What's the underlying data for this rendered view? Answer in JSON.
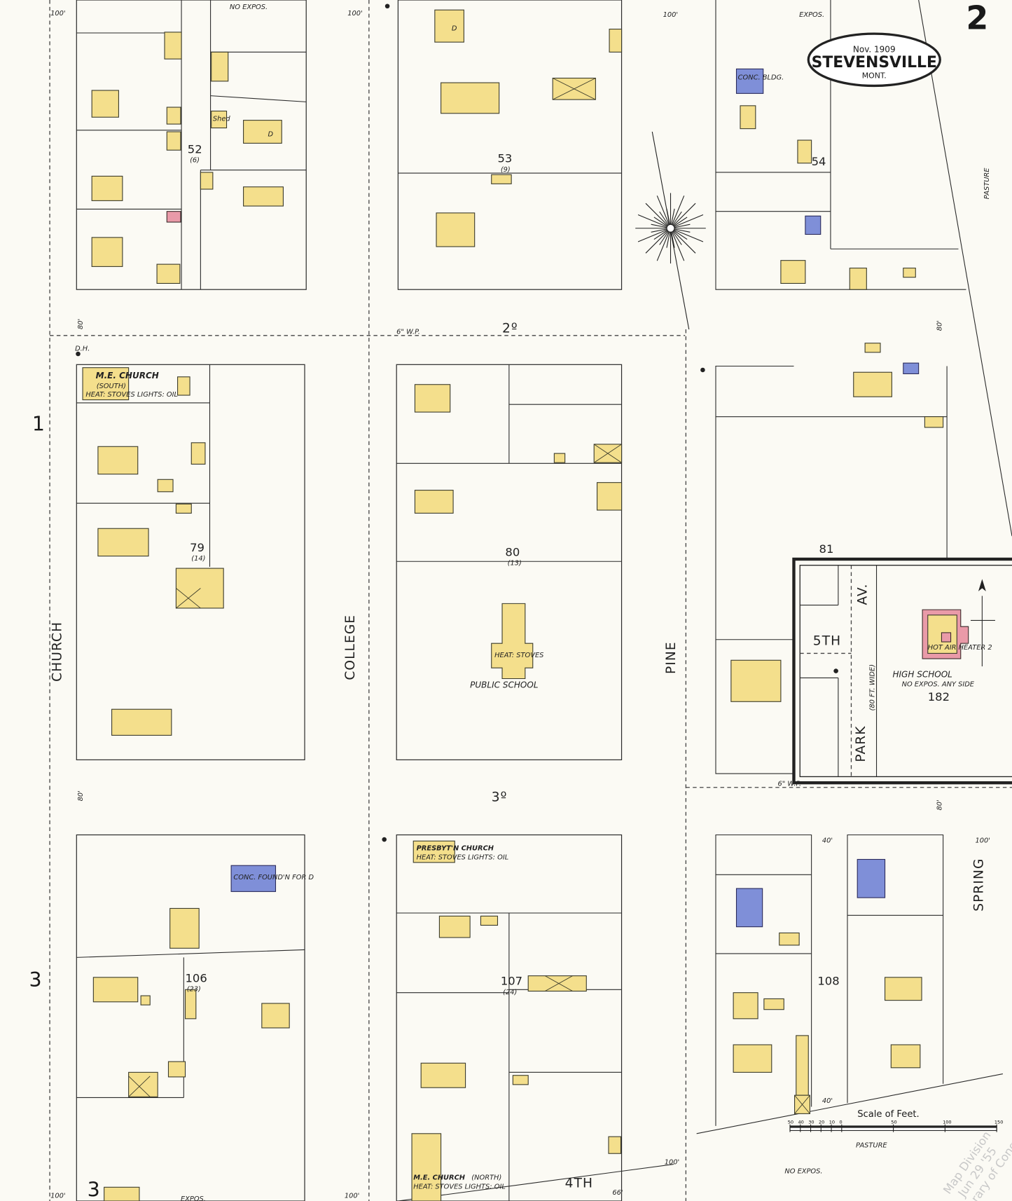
{
  "title": {
    "date": "Nov. 1909",
    "town": "STEVENSVILLE",
    "state": "MONT."
  },
  "sheet_number": "2",
  "margin_keys": [
    "1",
    "3",
    "3"
  ],
  "streets": {
    "church": "CHURCH",
    "college": "COLLEGE",
    "pine": "PINE",
    "spring": "SPRING",
    "second": "2º",
    "third": "3º",
    "fourth": "4TH",
    "fifth": "5TH",
    "park_av": "PARK",
    "park_av_suffix": "AV.",
    "park_width": "(80 FT. WIDE)"
  },
  "blocks": [
    {
      "number": "52",
      "sub": "(6)"
    },
    {
      "number": "53",
      "sub": "(9)"
    },
    {
      "number": "54",
      "sub": ""
    },
    {
      "number": "79",
      "sub": "(14)"
    },
    {
      "number": "80",
      "sub": "(13)"
    },
    {
      "number": "81",
      "sub": ""
    },
    {
      "number": "182",
      "sub": ""
    },
    {
      "number": "106",
      "sub": "(23)"
    },
    {
      "number": "107",
      "sub": "(24)"
    },
    {
      "number": "108",
      "sub": ""
    }
  ],
  "buildings": {
    "me_church_south": {
      "name": "M.E. CHURCH",
      "note": "(SOUTH)",
      "detail": "HEAT: STOVES LIGHTS: OIL"
    },
    "public_school": {
      "name": "PUBLIC SCHOOL",
      "detail": "HEAT: STOVES"
    },
    "high_school": {
      "name": "HIGH SCHOOL",
      "note": "NO EXPOS. ANY SIDE",
      "detail": "HOT AIR HEATER 2"
    },
    "presbyterian_church": {
      "name": "PRESBYT'N CHURCH",
      "detail": "HEAT: STOVES LIGHTS: OIL"
    },
    "me_church_north": {
      "name": "M.E. CHURCH",
      "note": "(NORTH)",
      "detail": "HEAT: STOVES LIGHTS: OIL"
    },
    "dwelling": "D",
    "shed": "Shed",
    "conc_bldg": "CONC. BLDG.",
    "conc_foundation": "CONC. FOUND'N FOR D"
  },
  "annotations": {
    "no_expos": "NO EXPOS.",
    "expos": "EXPOS.",
    "pasture": "PASTURE",
    "water_pipe_6": "6\" W.P.",
    "dh": "D.H.",
    "dim_100": "100'",
    "dim_80": "80'",
    "dim_66": "66'",
    "dim_40": "40'"
  },
  "scale": {
    "title": "Scale of Feet.",
    "ticks": [
      "50",
      "40",
      "30",
      "20",
      "10",
      "0",
      "50",
      "100",
      "150"
    ]
  },
  "watermark": [
    "Map Division",
    "Jun 29 '55",
    "Library of Congress"
  ],
  "colors": {
    "frame": "#f4df8c",
    "brick": "#e99aa8",
    "stone_concrete": "#7f8fd8",
    "paper": "#fbfaf4"
  }
}
